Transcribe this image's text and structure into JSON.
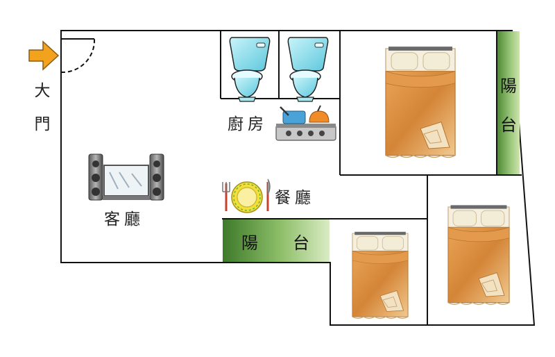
{
  "labels": {
    "main_door_line1": "大",
    "main_door_line2": "門",
    "kitchen": "廚房",
    "living_room": "客廳",
    "dining_room": "餐廳",
    "balcony_left": "陽",
    "balcony_right": "台",
    "side_balcony_top": "陽",
    "side_balcony_bottom": "台"
  },
  "colors": {
    "wall": "#111111",
    "balcony_green_light": "#cfe3b0",
    "balcony_green_dark": "#3d7a2a",
    "arrow": "#f2a21c",
    "bed_quilt": "#d98a3a",
    "pillow": "#f2ead2",
    "toilet": "#8fe0ee"
  },
  "icons": [
    "door-arrow-icon",
    "toilet-icon",
    "stove-icon",
    "stereo-tv-icon",
    "dining-plate-icon",
    "bed-icon"
  ]
}
